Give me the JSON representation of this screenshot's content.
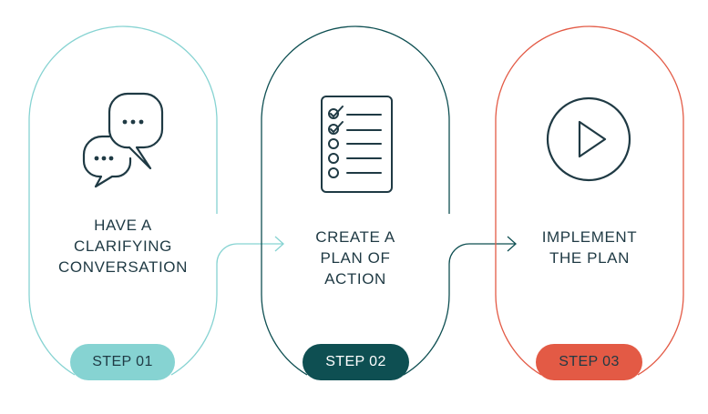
{
  "colors": {
    "step1": "#86d3d2",
    "step2": "#0e4f52",
    "step3": "#e35a45",
    "ink": "#1f3a44"
  },
  "steps": [
    {
      "badge": "STEP 01",
      "lines": [
        "HAVE A",
        "CLARIFYING",
        "CONVERSATION"
      ],
      "icon": "chat-bubbles-icon"
    },
    {
      "badge": "STEP 02",
      "lines": [
        "CREATE A",
        "PLAN OF",
        "ACTION"
      ],
      "icon": "checklist-icon"
    },
    {
      "badge": "STEP 03",
      "lines": [
        "IMPLEMENT",
        "THE PLAN"
      ],
      "icon": "play-icon"
    }
  ]
}
